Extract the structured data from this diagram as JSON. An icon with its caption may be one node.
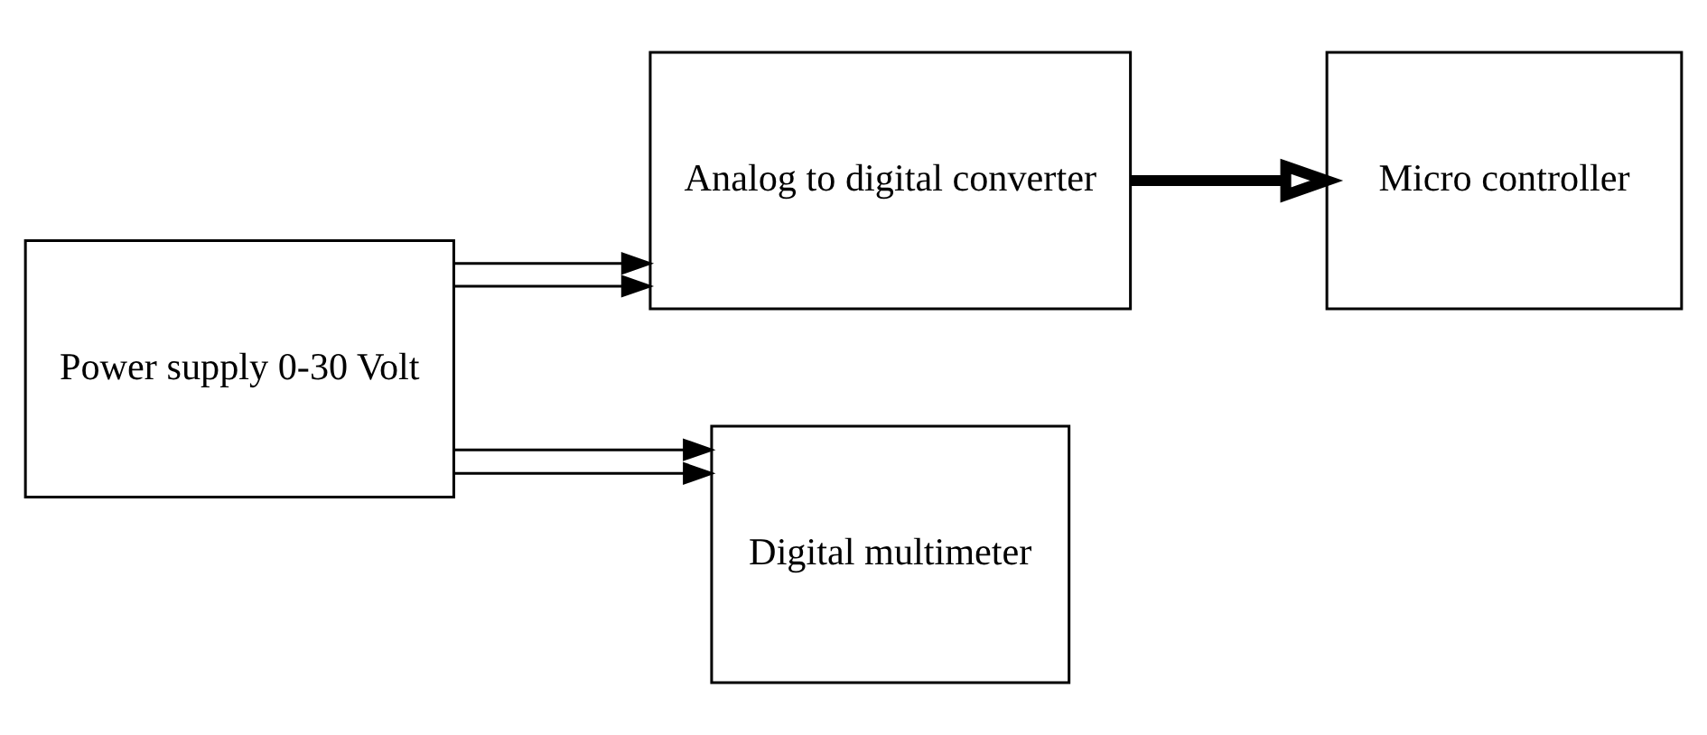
{
  "diagram": {
    "nodes": [
      {
        "text": [
          "Power supply 0-30 Volt"
        ]
      },
      {
        "text": [
          "Analog to digital converter"
        ]
      },
      {
        "text": [
          "Micro controller"
        ]
      },
      {
        "text": [
          "Digital multimeter"
        ]
      }
    ],
    "edges": [
      {
        "from": 0,
        "to": 1,
        "arrow": "to"
      },
      {
        "from": 0,
        "to": 1,
        "arrow": "to"
      },
      {
        "from": 0,
        "to": 3,
        "arrow": "to"
      },
      {
        "from": 0,
        "to": 3,
        "arrow": "to"
      },
      {
        "from": 1,
        "to": 2,
        "arrow": "to",
        "style": "thick"
      }
    ]
  }
}
